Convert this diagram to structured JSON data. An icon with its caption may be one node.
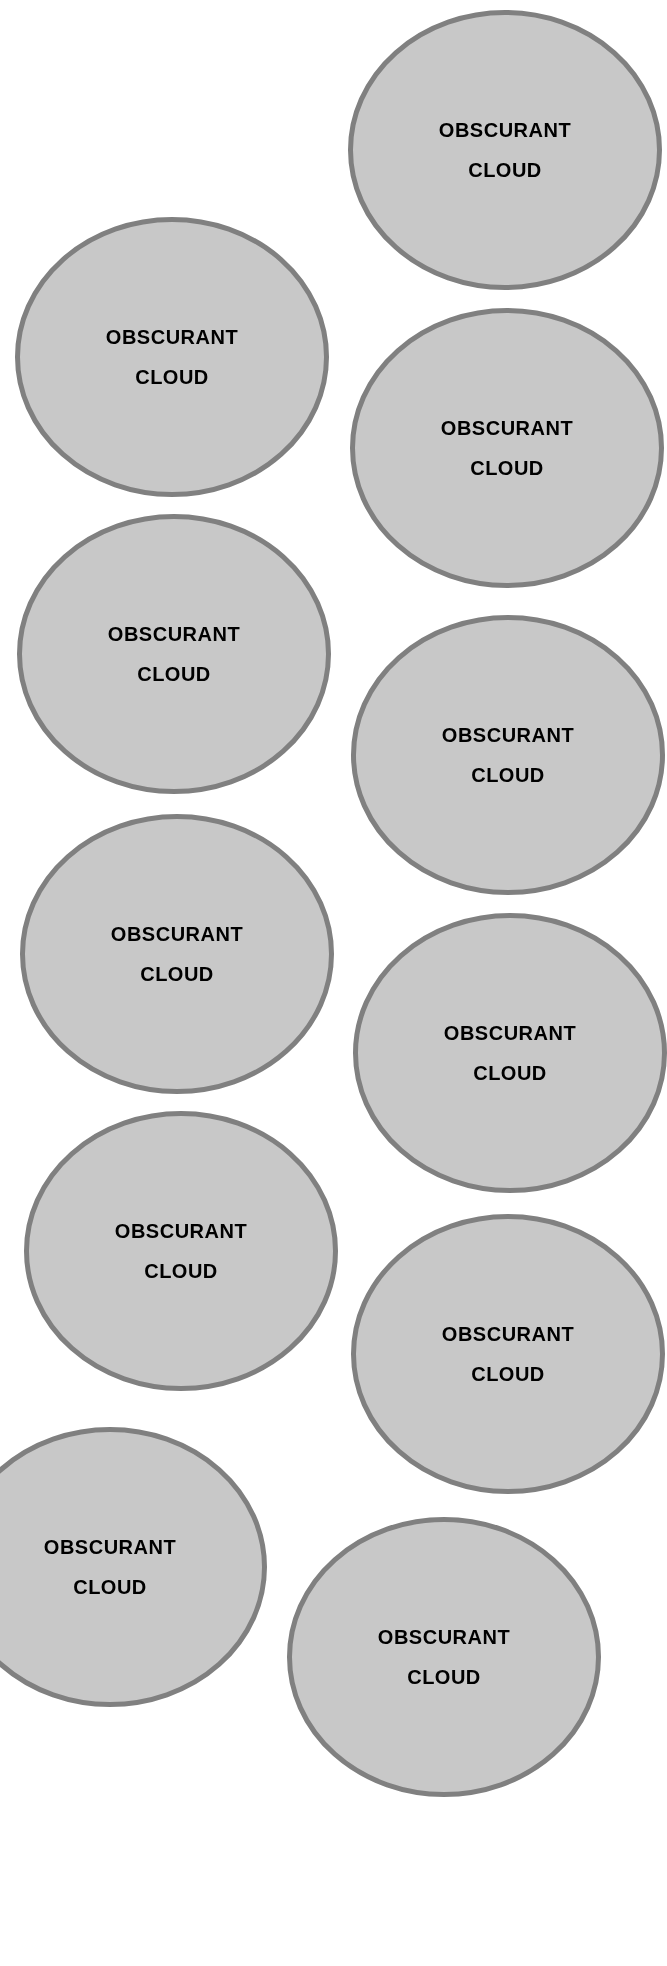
{
  "diagram": {
    "nodes": [
      {
        "text": [
          "OBSCURANT CLOUD"
        ]
      },
      {
        "text": [
          "OBSCURANT CLOUD"
        ]
      },
      {
        "text": [
          "OBSCURANT CLOUD"
        ]
      },
      {
        "text": [
          "OBSCURANT CLOUD"
        ]
      },
      {
        "text": [
          "OBSCURANT CLOUD"
        ]
      },
      {
        "text": [
          "OBSCURANT CLOUD"
        ]
      },
      {
        "text": [
          "OBSCURANT CLOUD"
        ]
      },
      {
        "text": [
          "OBSCURANT CLOUD"
        ]
      },
      {
        "text": [
          "OBSCURANT CLOUD"
        ]
      },
      {
        "text": [
          "OBSCURANT CLOUD"
        ]
      },
      {
        "text": [
          "OBSCURANT CLOUD"
        ]
      }
    ]
  }
}
